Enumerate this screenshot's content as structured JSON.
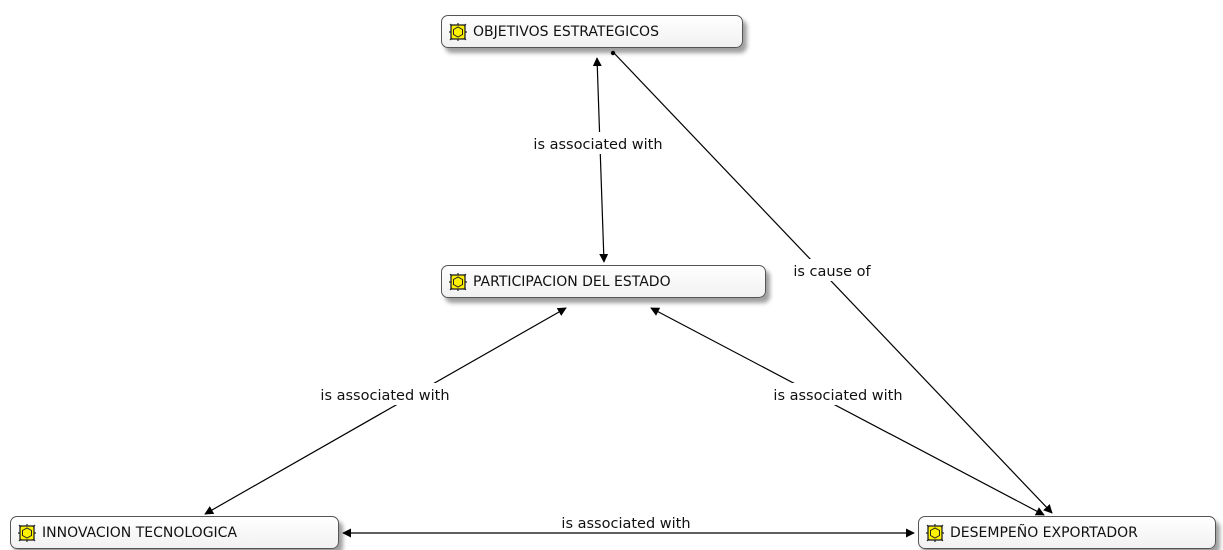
{
  "nodes": {
    "objetivos": "OBJETIVOS ESTRATEGICOS",
    "participacion": "PARTICIPACION DEL ESTADO",
    "innovacion": "INNOVACION TECNOLOGICA",
    "desempeno": "DESEMPEÑO EXPORTADOR"
  },
  "links": {
    "objetivos_participacion": "is associated with",
    "objetivos_desempeno": "is cause of",
    "participacion_innovacion": "is associated with",
    "participacion_desempeno": "is associated with",
    "innovacion_desempeno": "is associated with"
  },
  "icon": {
    "name": "concept-icon",
    "fill": "#fff200",
    "stroke": "#222222"
  }
}
